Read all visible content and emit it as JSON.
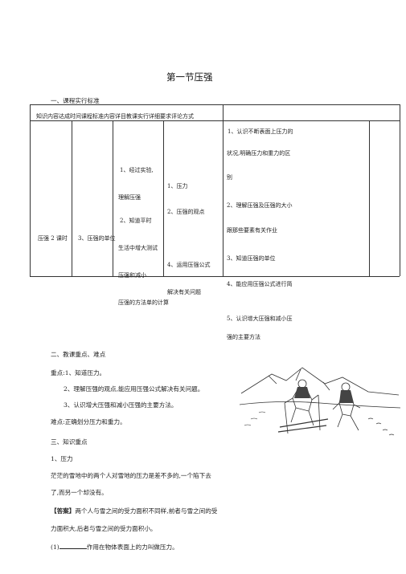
{
  "doc": {
    "title": "第一节压强",
    "section1": "一、课程实行标准",
    "table": {
      "header": "知识内容达成时间课程标准内容详目教课实行详细要求评论方式",
      "col1": "压强 2 课时",
      "col2": "3、压强的单位",
      "col3": [
        "1、经过实验,",
        "理解压强",
        "2、知道平时",
        "生活中增大测试",
        "压强和减小"
      ],
      "col4": [
        "1、压力",
        "2、压强的观点",
        "4、运用压强公式"
      ],
      "col5": [
        "1、认识不断表面上压力的",
        "状况,明确压力和重力的区",
        "别",
        "2、理解压强及压强的大小",
        "跟那些要素有关作业",
        "3、知道压强的单位",
        "4、能应用压强公式进行简"
      ],
      "below_col4": "解决有关问题",
      "below_col3": "压强的方法单的计算",
      "below_col5": [
        "5、认识增大压强和减小压",
        "强的主要方法"
      ]
    },
    "section2": "二、教课重点、难点",
    "key_points": [
      "重点:1、知道压力。",
      "2、理解压强的观点,能应用压强公式解决有关问题。",
      "3、认识增大压强和减小压强的主要方法。"
    ],
    "difficulty": "难点:正确划分压力和重力。",
    "section3": "三、知识重点",
    "item1": "1、压力",
    "para1": [
      "茫茫的雪地中的两个人对雪地的压力是差不多的,一个陷下去",
      "了,而另一个却没有。"
    ],
    "answer_tag": "【答案】",
    "answer": [
      "两个人与雪之间的受力面积不同样,前者与雪之间的受",
      "力面积大,后者与雪之间的受力面积小。"
    ],
    "q1_prefix": "(1)",
    "q1_suffix": "作用在物体表面上的力叫做压力。"
  }
}
